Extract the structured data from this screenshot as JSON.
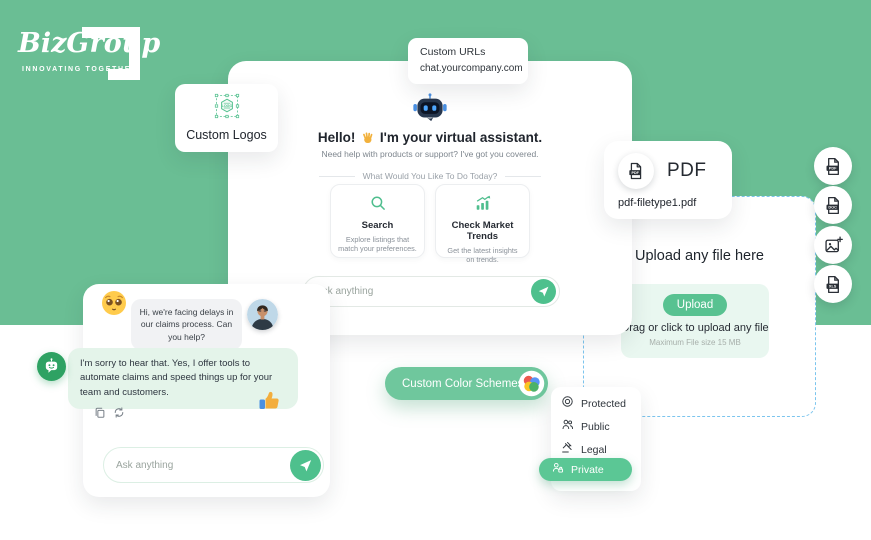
{
  "brand": {
    "name": "BizGroup",
    "tagline": "INNOVATING TOGETHER"
  },
  "callouts": {
    "custom_urls": {
      "title": "Custom URLs",
      "url": "chat.yourcompany.com"
    },
    "custom_logos": {
      "label": "Custom Logos",
      "icon_text": "LOGO"
    },
    "custom_color_schemes": {
      "label": "Custom Color Schemes"
    }
  },
  "assistant": {
    "greeting_prefix": "Hello!",
    "greeting_emoji": "👋",
    "greeting_suffix": "I'm your virtual assistant.",
    "subtitle": "Need help with products or support? I've got you covered.",
    "divider_label": "What Would You Like To Do Today?",
    "quick_actions": [
      {
        "title": "Search",
        "description": "Explore listings that match your preferences."
      },
      {
        "title": "Check Market Trends",
        "description": "Get the latest insights on trends."
      }
    ],
    "input_placeholder": "Ask anything"
  },
  "files": {
    "pdf_card": {
      "icon_label": "PDF",
      "type_label": "PDF",
      "filename": "pdf-filetype1.pdf"
    },
    "rail": {
      "pdf": "PDF",
      "doc": "DOC",
      "xls": "XLS"
    },
    "upload": {
      "heading": "Upload any file here",
      "button_label": "Upload",
      "drag_text": "Drag or click to upload any file",
      "max_size": "Maximum File size 15 MB"
    }
  },
  "visibility_menu": {
    "items": [
      {
        "label": "Protected"
      },
      {
        "label": "Public"
      },
      {
        "label": "Legal"
      },
      {
        "label": "Private",
        "active": true
      }
    ]
  },
  "chat": {
    "user_emoji": "🥺",
    "user_message": "Hi, we're facing delays in our claims process. Can you help?",
    "bot_message": "I'm sorry to hear that. Yes, I offer tools to automate claims and speed things up for your team and customers.",
    "reaction_emoji": "👍",
    "input_placeholder": "Ask anything"
  },
  "colors": {
    "background_green": "#6ABE94",
    "accent_green": "#58C291",
    "bot_avatar_green": "#2EA263",
    "dashed_border_blue": "#7CC5EE",
    "light_green_bubble": "#E4F4EA"
  }
}
